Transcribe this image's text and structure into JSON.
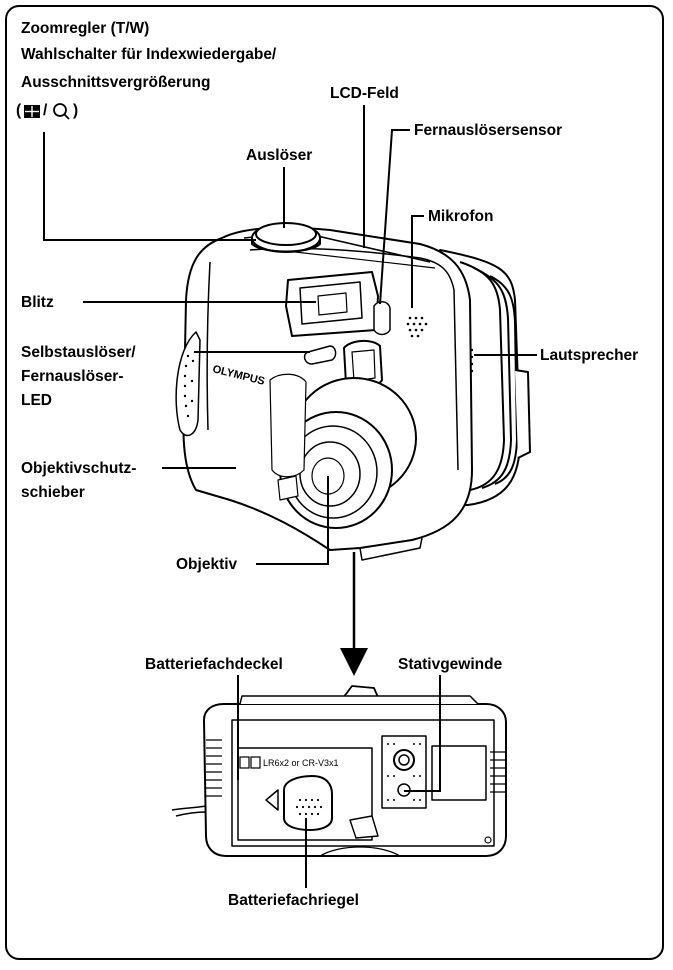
{
  "labels": {
    "zoom_line1": "Zoomregler (T/W)",
    "zoom_line2": "Wahlschalter für Indexwiedergabe/",
    "zoom_line3": "Ausschnittsvergrößerung",
    "zoom_line4_open": "(",
    "zoom_line4_sep": "/",
    "zoom_line4_close": ")",
    "shutter": "Auslöser",
    "lcd": "LCD-Feld",
    "remote_sensor": "Fernauslösersensor",
    "microphone": "Mikrofon",
    "flash": "Blitz",
    "selftimer_line1": "Selbstauslöser/",
    "selftimer_line2": "Fernauslöser-",
    "selftimer_line3": "LED",
    "speaker": "Lautsprecher",
    "lens_cover_line1": "Objektivschutz-",
    "lens_cover_line2": "schieber",
    "lens": "Objektiv",
    "battery_cover": "Batteriefachdeckel",
    "tripod": "Stativgewinde",
    "battery_latch": "Batteriefachriegel"
  },
  "camera": {
    "brand": "OLYMPUS",
    "battery_text": "LR6x2 or CR-V3x1"
  },
  "icons": {
    "index_playback": "index-grid-icon",
    "magnify": "magnifier-icon"
  }
}
